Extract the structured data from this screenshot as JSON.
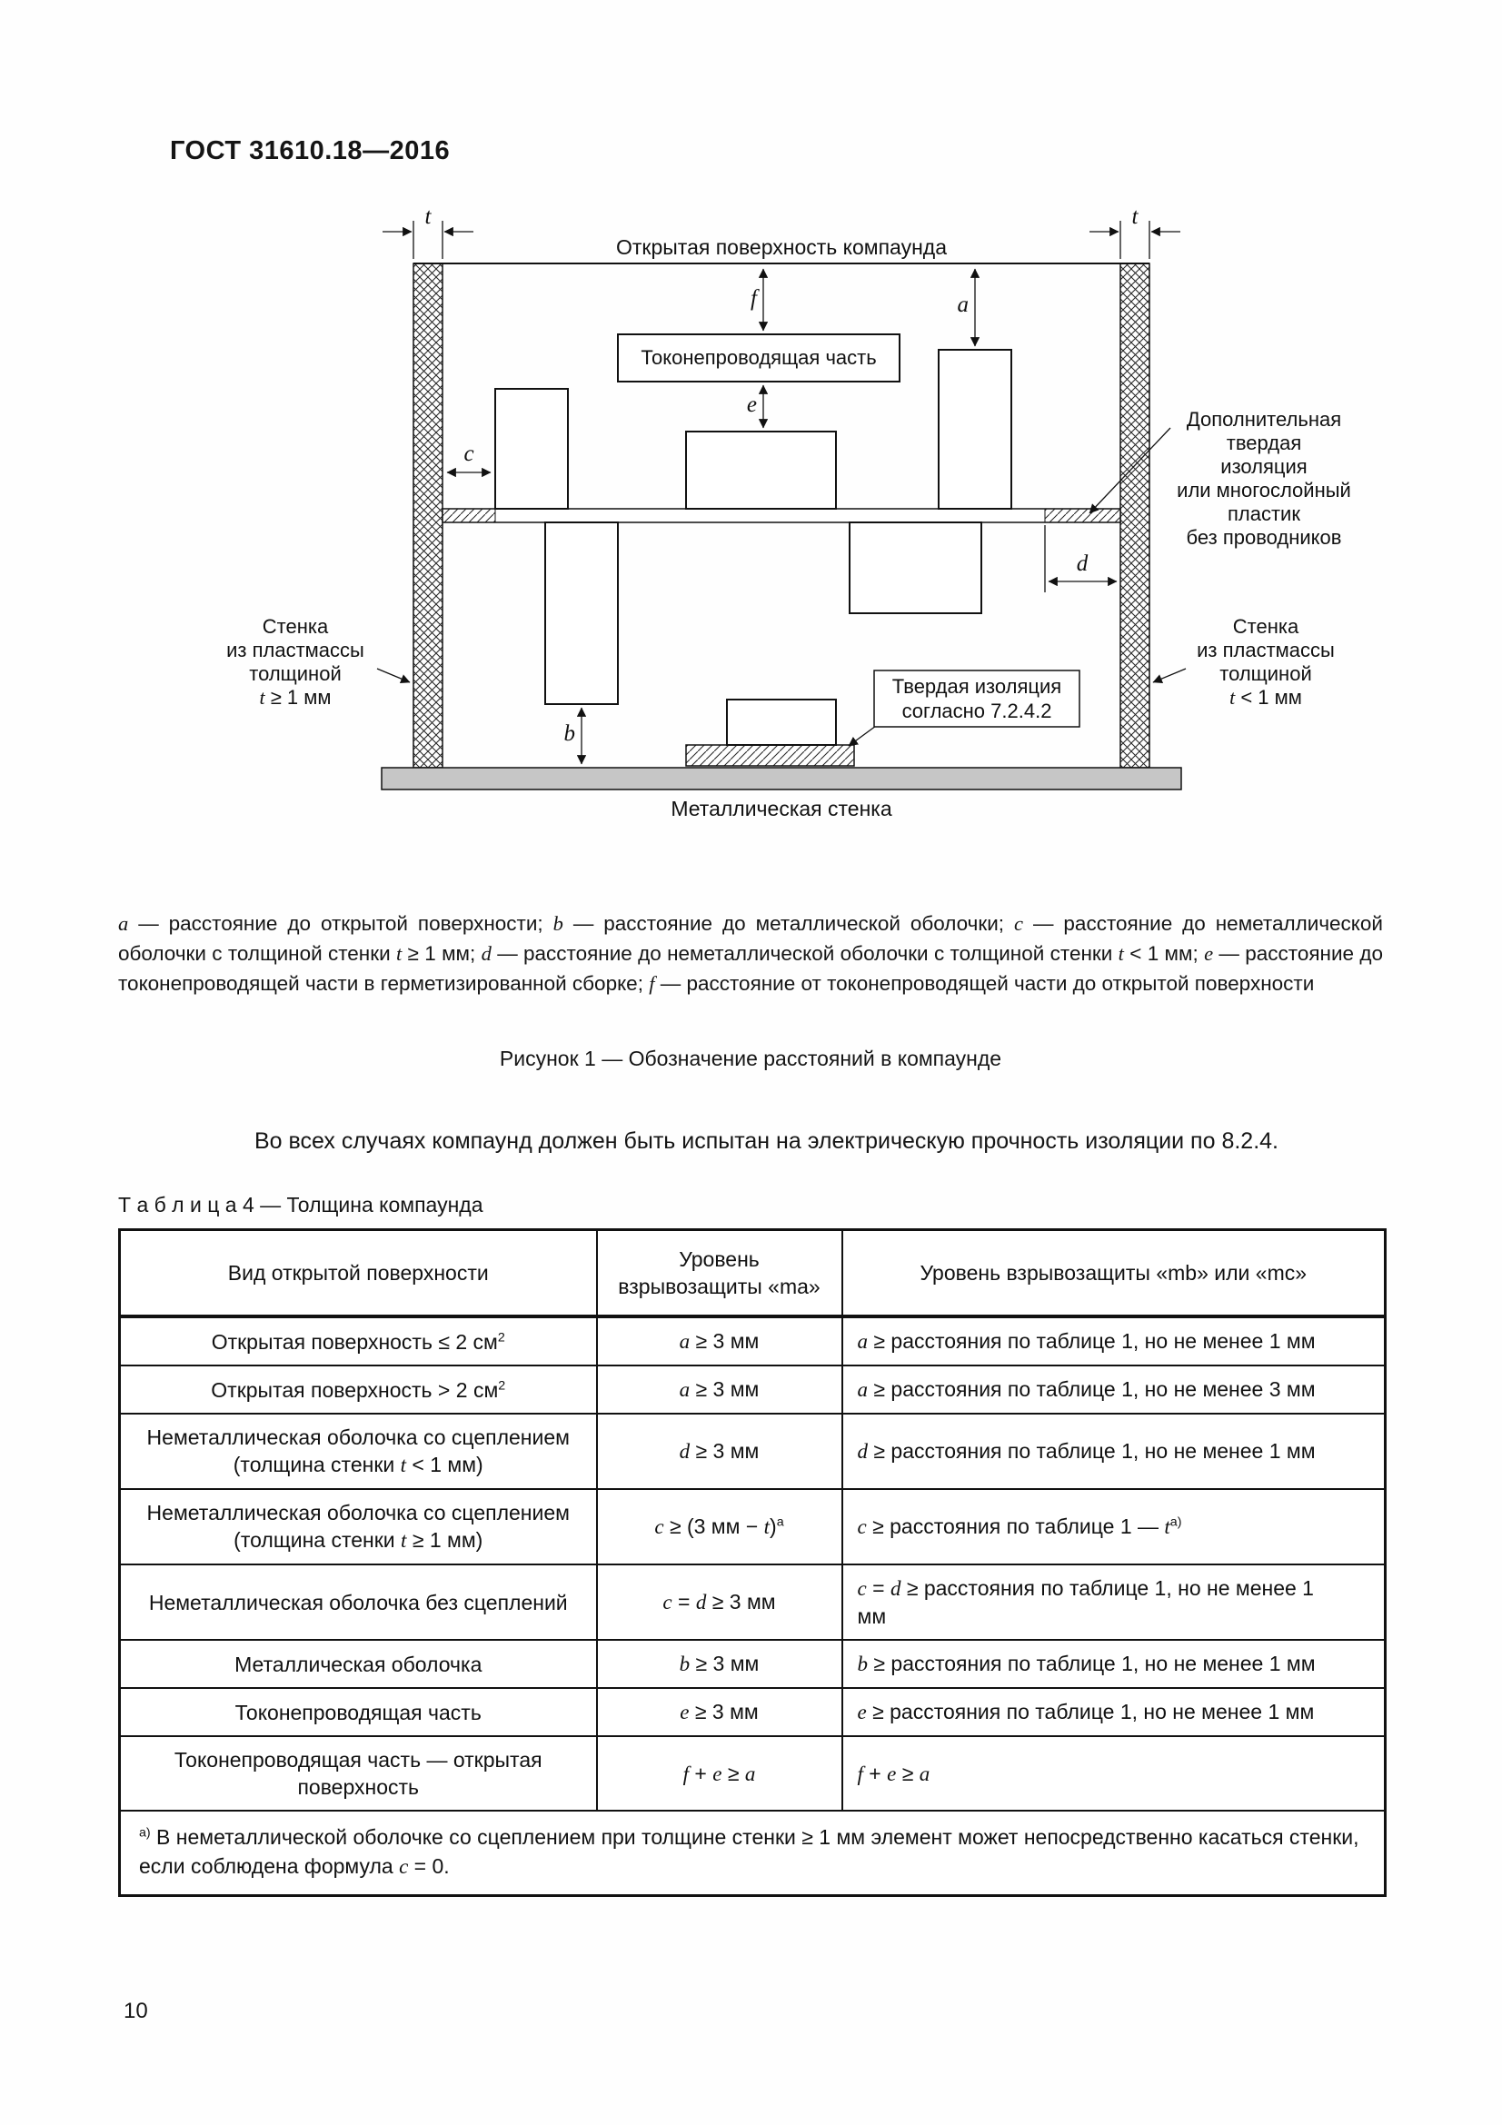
{
  "page": {
    "header": "ГОСТ 31610.18—2016",
    "number": "10"
  },
  "figure": {
    "labels": {
      "open_surface": "Открытая поверхность компаунда",
      "conductive_part": "Токонепроводящая часть",
      "left_wall": [
        "Стенка",
        "из пластмассы",
        "толщиной",
        "*t* ≥ 1 мм"
      ],
      "right_wall": [
        "Стенка",
        "из пластмассы",
        "толщиной",
        "*t* < 1 мм"
      ],
      "additional_insulation": [
        "Дополнительная",
        "твердая",
        "изоляция",
        "или многослойный",
        "пластик",
        "без проводников"
      ],
      "solid_insulation": [
        "Твердая изоляция",
        "согласно 7.2.4.2"
      ],
      "metal_wall": "Металлическая стенка"
    },
    "dimensions": {
      "t": "t",
      "f": "f",
      "a": "a",
      "e": "e",
      "c": "c",
      "b": "b",
      "d": "d"
    },
    "caption_legend": "*a* — расстояние до открытой поверхности; *b* — расстояние до металлической оболочки; *c* — расстояние до неметаллической оболочки с толщиной стенки *t* ≥ 1 мм; *d* — расстояние до неметаллической оболочки с толщиной стенки *t* < 1 мм; *e* — расстояние до токонепроводящей части в герметизированной сборке; *f* — расстояние от токонепроводящей части до открытой поверхности",
    "caption": "Рисунок 1 — Обозначение расстояний в компаунде"
  },
  "body": {
    "paragraph": "Во всех случаях компаунд должен быть испытан на электрическую прочность изоляции по 8.2.4."
  },
  "table": {
    "label": "Т а б л и ц а  4 — Толщина компаунда",
    "headers": [
      "Вид открытой поверхности",
      "Уровень взрывозащиты «ma»",
      "Уровень взрывозащиты «mb» или «mc»"
    ],
    "rows": [
      {
        "c0": "Открытая поверхность ≤ 2 см^2^",
        "c1": "*a* ≥ 3 мм",
        "c2": "*a* ≥ расстояния по таблице 1, но не менее 1 мм"
      },
      {
        "c0": "Открытая поверхность > 2 см^2^",
        "c1": "*a* ≥ 3 мм",
        "c2": "*a* ≥ расстояния по таблице 1, но не менее 3 мм"
      },
      {
        "c0": "Неметаллическая оболочка со сцеплением (толщина стенки *t* < 1 мм)",
        "c1": "*d* ≥ 3 мм",
        "c2": "*d* ≥ расстояния по таблице 1, но не менее 1 мм"
      },
      {
        "c0": "Неметаллическая оболочка со сцеплением (толщина стенки *t* ≥ 1 мм)",
        "c1": "*c* ≥ (3 мм − *t*)^а^",
        "c2": "*c* ≥ расстояния по таблице 1 — *t*^а)^"
      },
      {
        "c0": "Неметаллическая оболочка без сцеплений",
        "c1": "*c* = *d* ≥ 3 мм",
        "c2": "*c* = *d* ≥ расстояния по таблице 1, но не менее 1 мм"
      },
      {
        "c0": "Металлическая оболочка",
        "c1": "*b* ≥ 3 мм",
        "c2": "*b* ≥ расстояния по таблице 1, но не менее 1 мм"
      },
      {
        "c0": "Токонепроводящая часть",
        "c1": "*e* ≥ 3 мм",
        "c2": "*e* ≥ расстояния по таблице 1, но не менее 1 мм"
      },
      {
        "c0": "Токонепроводящая часть — открытая поверхность",
        "c1": "*f* + *e* ≥ *a*",
        "c2": "*f* + *e* ≥ *a*"
      }
    ],
    "footnote": "^а)^ В неметаллической оболочке со сцеплением при толщине стенки ≥ 1 мм элемент может непосредственно касаться стенки, если соблюдена формула *c* = 0."
  }
}
